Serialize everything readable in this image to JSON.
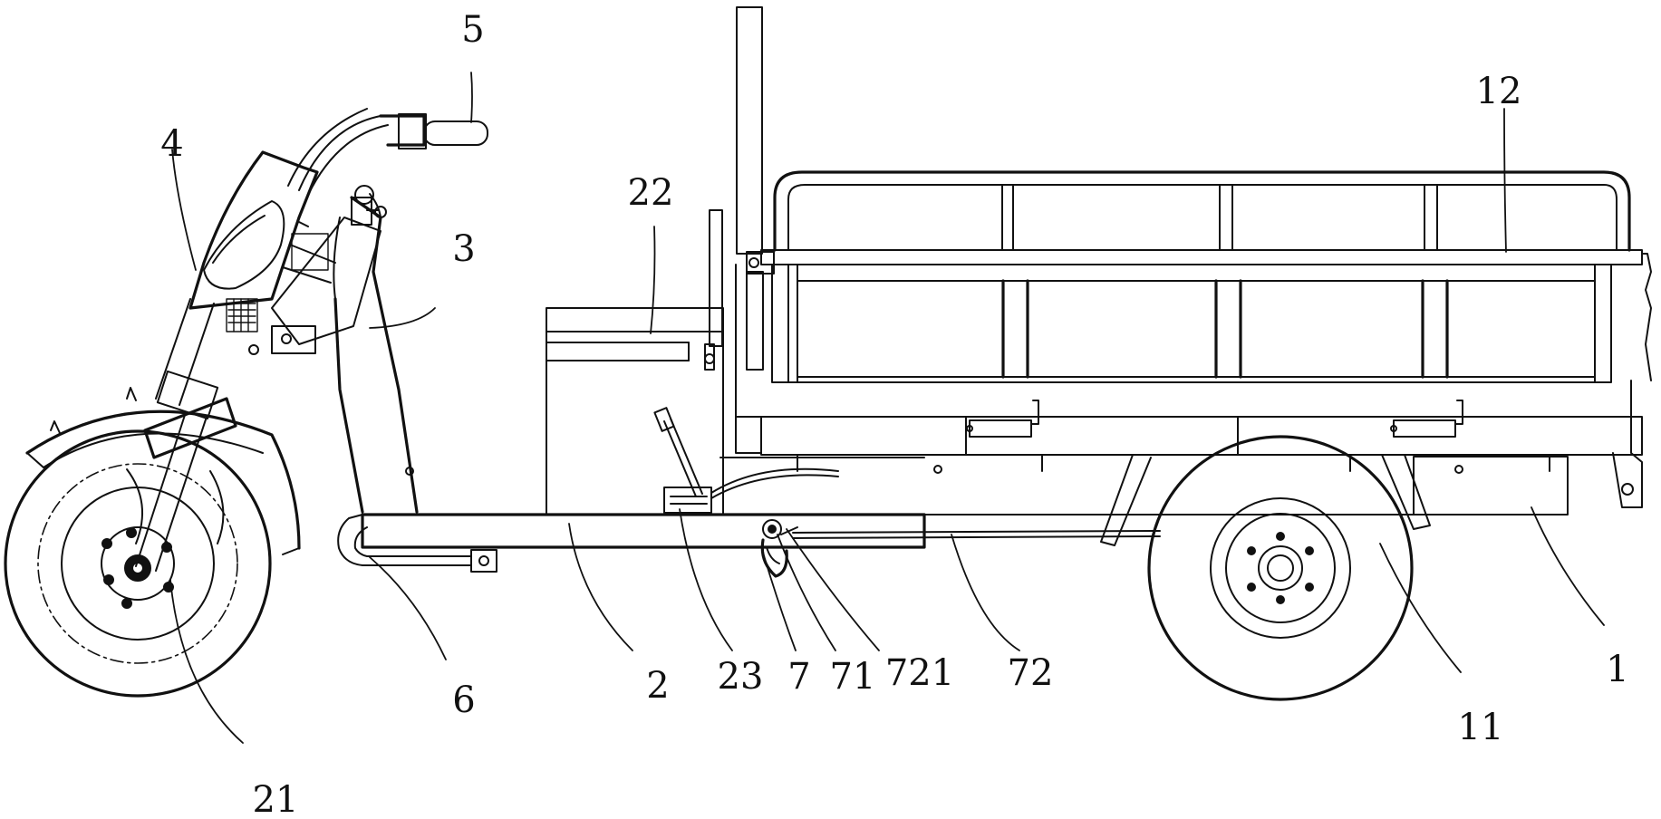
{
  "reference_numerals": {
    "r1": "1",
    "r2": "2",
    "r3": "3",
    "r4": "4",
    "r5": "5",
    "r6": "6",
    "r7": "7",
    "r11": "11",
    "r12": "12",
    "r21": "21",
    "r22": "22",
    "r23": "23",
    "r71": "71",
    "r72": "72",
    "r721": "721"
  }
}
